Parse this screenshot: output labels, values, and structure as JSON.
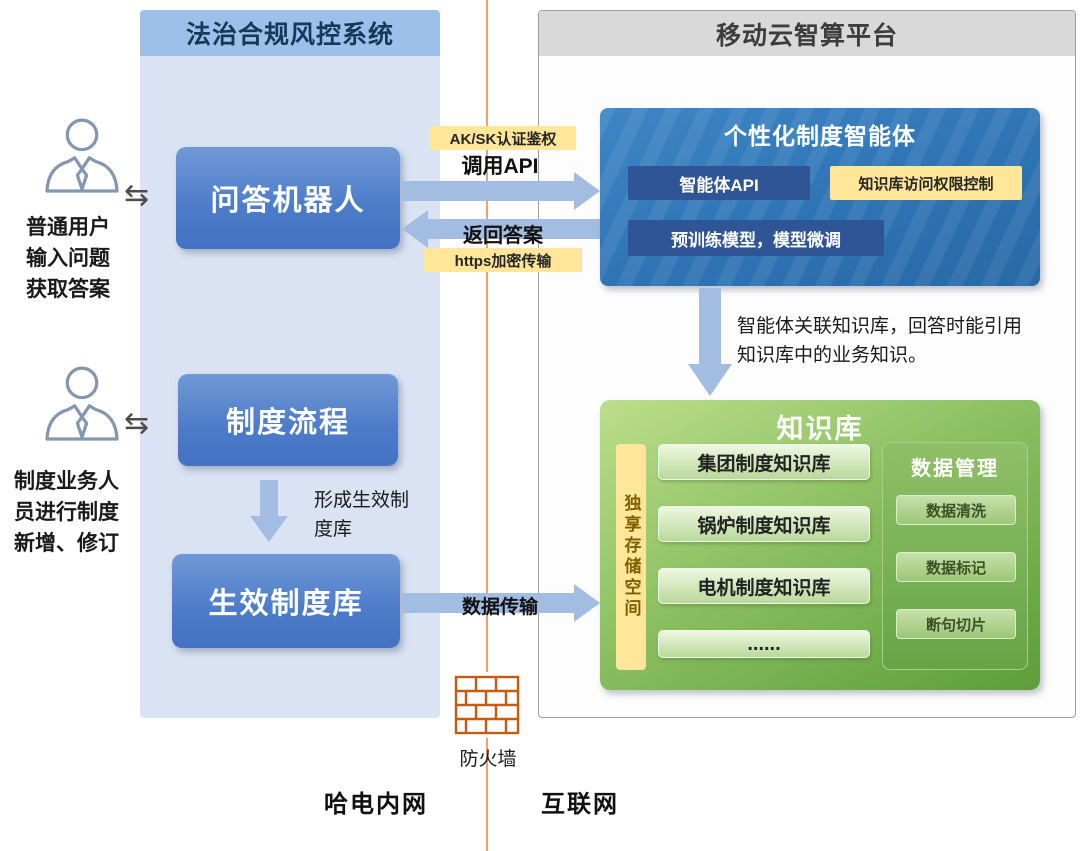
{
  "colors": {
    "accent_blue": "#4472c4",
    "panel_blue": "#dae3f3",
    "panel_header_blue": "#9cc0e8",
    "arrow_blue": "#a3bce1",
    "highlight_yellow": "#ffe699",
    "agent_blue": "#2e74b5",
    "chip_dark_blue": "#2f5597",
    "kb_green": "#6aaa43",
    "divider_orange": "#f0a26b"
  },
  "left_zone": {
    "title": "法治合规风控系统",
    "qa_box": "问答机器人",
    "process_box": "制度流程",
    "library_box": "生效制度库"
  },
  "right_zone": {
    "title": "移动云智算平台",
    "agent": {
      "title": "个性化制度智能体",
      "api_box": "智能体API",
      "acl_box": "知识库访问权限控制",
      "model_box": "预训练模型，模型微调"
    },
    "kb": {
      "title": "知识库",
      "storage_strip": "独享存储空间",
      "items": [
        "集团制度知识库",
        "锅炉制度知识库",
        "电机制度知识库",
        "......"
      ],
      "data_mgmt": {
        "title": "数据管理",
        "items": [
          "数据清洗",
          "数据标记",
          "断句切片"
        ]
      }
    }
  },
  "actors": [
    {
      "lines": [
        "普通用户",
        "输入问题",
        "获取答案"
      ]
    },
    {
      "lines": [
        "制度业务人",
        "员进行制度",
        "新增、修订"
      ]
    }
  ],
  "flows": {
    "auth_label": "AK/SK认证鉴权",
    "call_api": "调用API",
    "return_answer": "返回答案",
    "https_label": "https加密传输",
    "form_label_line1": "形成生效制",
    "form_label_line2": "度库",
    "kb_note_line1": "智能体关联知识库，回答时能引用",
    "kb_note_line2": "知识库中的业务知识。",
    "data_transfer": "数据传输"
  },
  "footer": {
    "firewall": "防火墙",
    "intranet": "哈电内网",
    "internet": "互联网"
  },
  "icons": {
    "exchange": "⇆"
  }
}
